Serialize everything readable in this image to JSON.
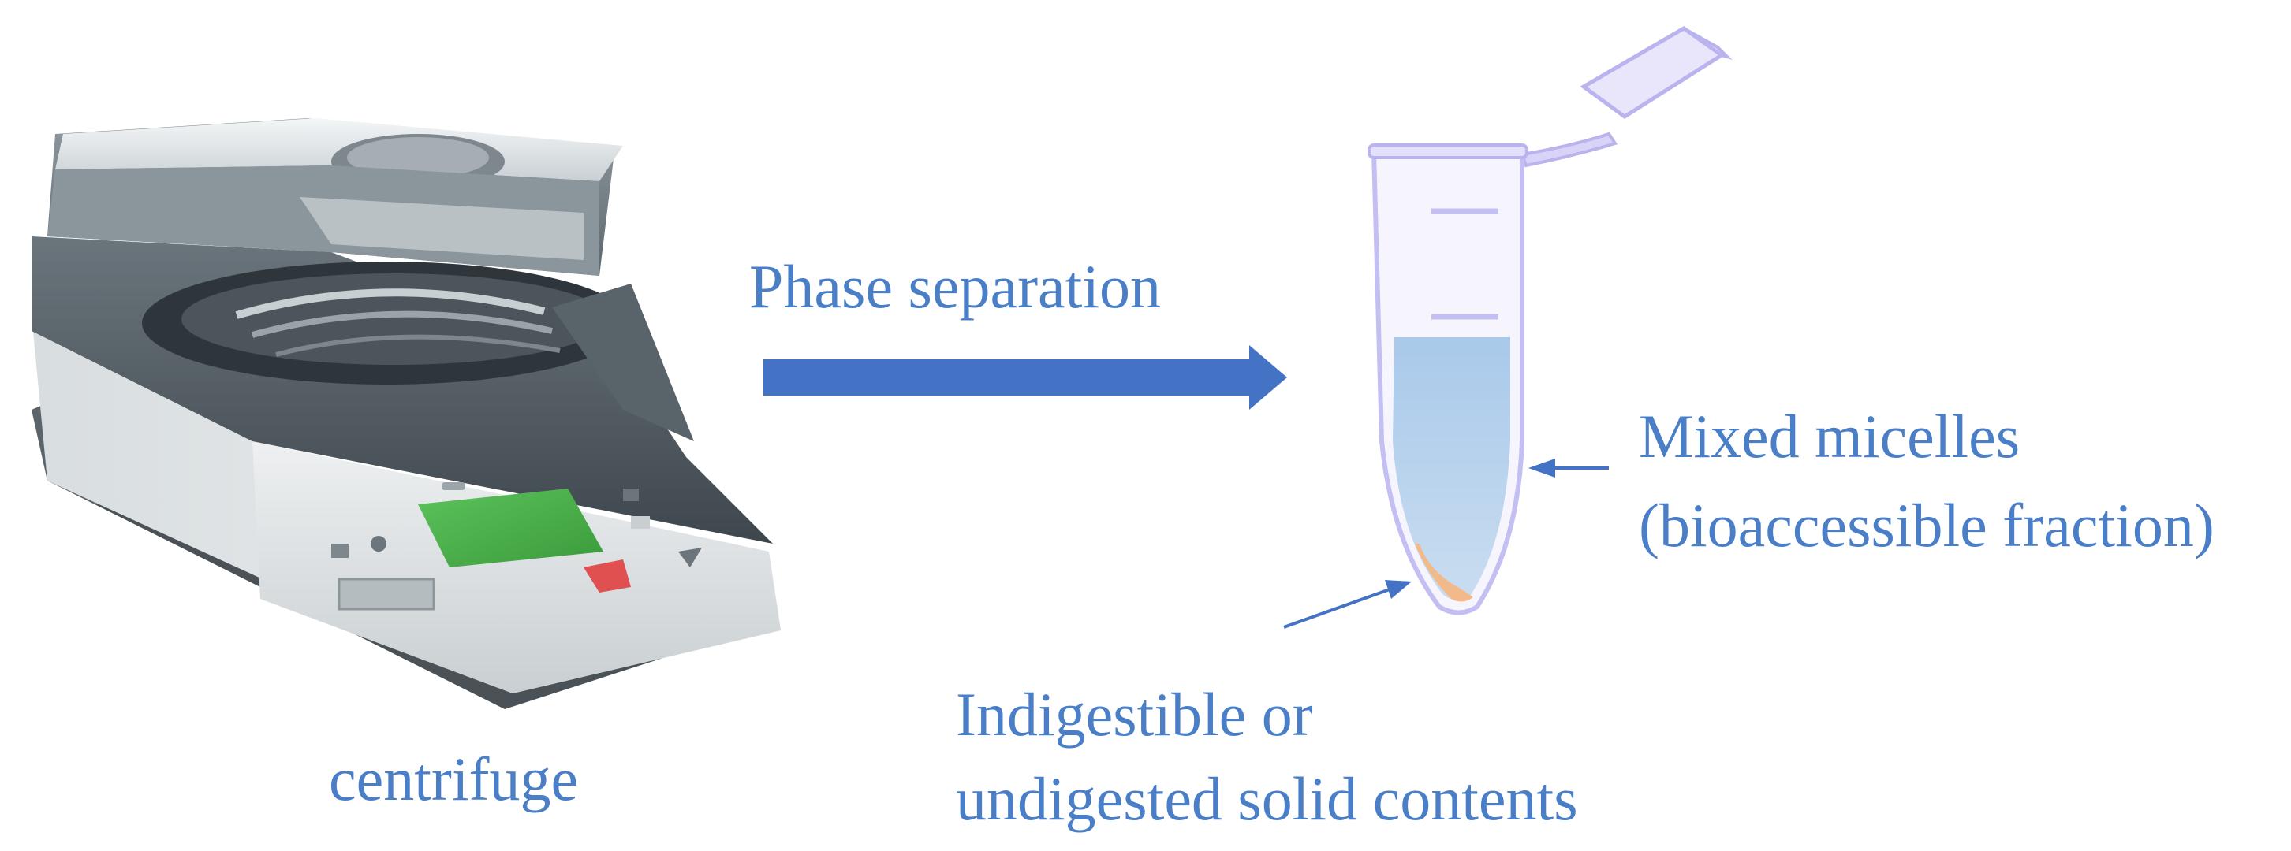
{
  "labels": {
    "centrifuge": "centrifuge",
    "phase_separation": "Phase separation",
    "mixed_micelles_line1": "Mixed micelles",
    "mixed_micelles_line2": "(bioaccessible fraction)",
    "solid_line1": "Indigestible or",
    "solid_line2": "undigested solid contents"
  },
  "icons": {
    "device": "centrifuge-device-icon",
    "tube": "microcentrifuge-tube-icon",
    "main_arrow": "right-arrow-icon",
    "pointer_arrow_micelles": "left-arrow-icon",
    "pointer_arrow_solids": "diagonal-arrow-icon"
  },
  "colors": {
    "text": "#4a7fc8",
    "arrow": "#4472c4",
    "micelle_liquid": "#b8d4ee",
    "solid_pellet": "#f2b98a",
    "tube_outline": "#b9b3ee",
    "screen": "#4bb24b"
  }
}
